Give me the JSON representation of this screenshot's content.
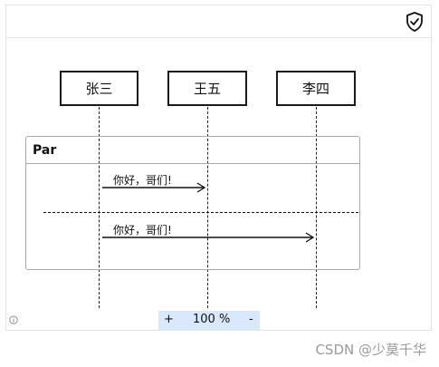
{
  "toolbar": {
    "shield_icon": "shield-check-icon"
  },
  "actors": [
    {
      "label": "张三"
    },
    {
      "label": "王五"
    },
    {
      "label": "李四"
    }
  ],
  "group": {
    "title": "Par"
  },
  "messages": [
    {
      "from": "张三",
      "to": "王五",
      "label": "你好，哥们!"
    },
    {
      "from": "张三",
      "to": "李四",
      "label": "你好，哥们!"
    }
  ],
  "zoom": {
    "plus": "+",
    "value": "100 %",
    "minus": "-"
  },
  "status": {
    "info_icon": "info-icon"
  },
  "watermark": "CSDN @少莫千华"
}
